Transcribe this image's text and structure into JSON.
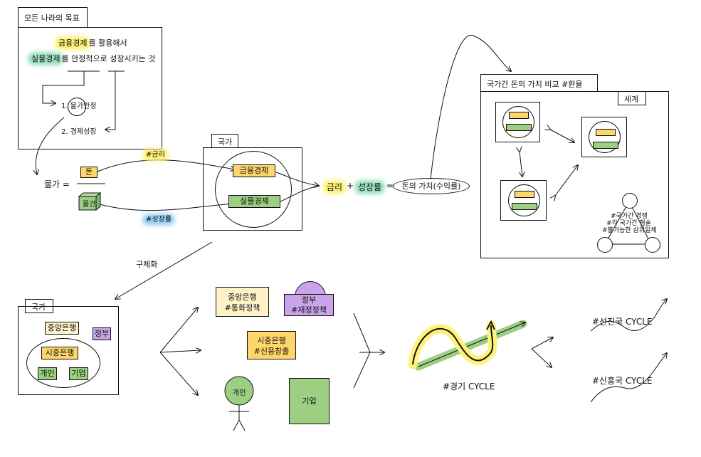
{
  "goal": {
    "tab": "모든 나라의 목표",
    "line1_hl": "금융경제",
    "line1_rest": "를 활용해서",
    "line2_hl": "실물경제",
    "line2_rest": "를 안정적으로 성장시키는 것",
    "item1": "1. 물가안정",
    "item2": "2. 경제성장"
  },
  "price": {
    "label": "물가 =",
    "money": "돈",
    "goods": "물건",
    "rate_tag": "#금리",
    "growth_tag": "#성장률"
  },
  "nation_top": {
    "tab": "국가",
    "finance": "금융경제",
    "real": "실물경제"
  },
  "formula": {
    "rate": "금리",
    "plus": "+",
    "growth": "성장률",
    "eq": "=",
    "value": "돈의 가치(수익률)"
  },
  "world": {
    "outer_tab": "국가간 돈의 가치 비교 #환율",
    "inner_tab": "세계",
    "tri_line1": "#국가간 경쟁",
    "tri_line2": "#각 국가간 협술",
    "tri_line3": "#불가능한 삼위일체"
  },
  "concretize": "구체화",
  "nation_bottom": {
    "tab": "국가",
    "central": "중앙은행",
    "gov": "정부",
    "commercial": "시중은행",
    "person": "개인",
    "firm": "기업"
  },
  "actors": {
    "central_title": "중앙은행",
    "central_sub": "#통화정책",
    "gov_title": "정부",
    "gov_sub": "#재정정책",
    "bank_title": "시중은행",
    "bank_sub": "#신용창출",
    "person": "개인",
    "firm": "기업"
  },
  "cycle": {
    "main": "#경기 CYCLE",
    "advanced": "#선진국 CYCLE",
    "emerging": "#신흥국 CYCLE"
  },
  "colors": {
    "orange": "#ffd66b",
    "green": "#9ccf82",
    "purple": "#c9a4ea",
    "highlight_yellow": "#fff27a",
    "highlight_green": "#9fe3c4",
    "highlight_blue": "#9fd3f6"
  }
}
